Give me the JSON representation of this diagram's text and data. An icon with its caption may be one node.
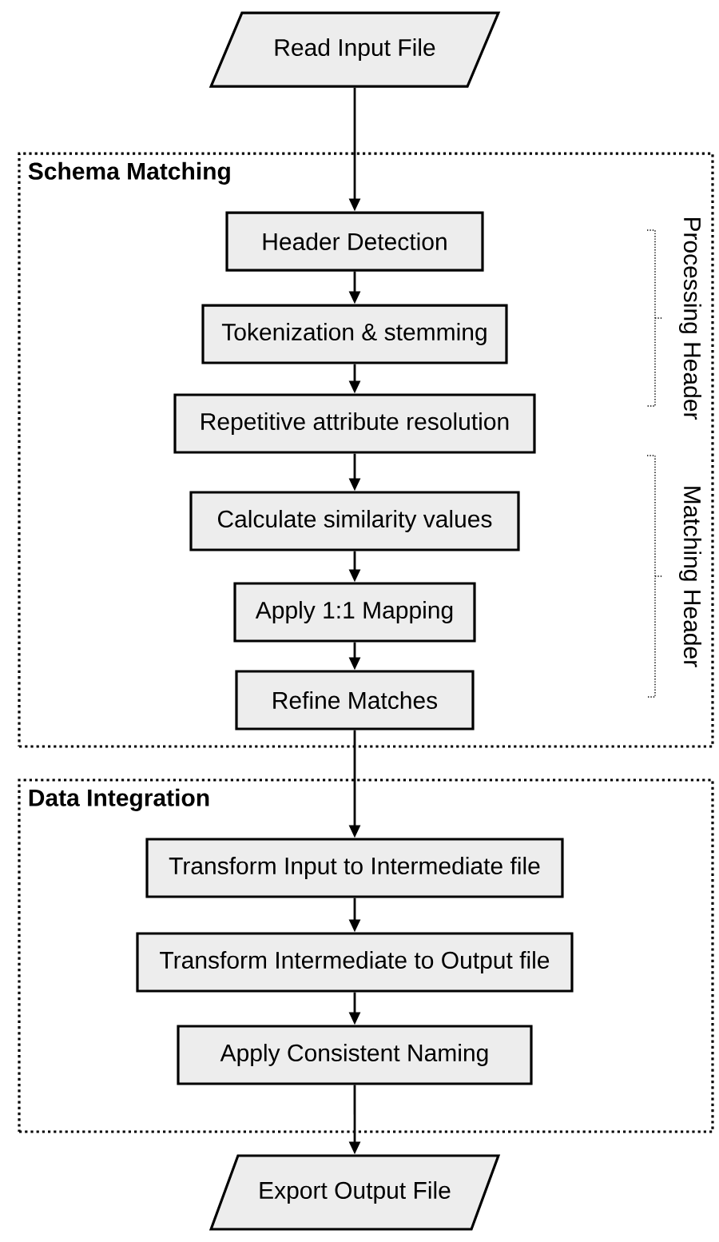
{
  "diagram": {
    "nodes": [
      {
        "text": [
          "Read Input File"
        ]
      },
      {
        "text": [
          "Schema Matching"
        ]
      },
      {
        "text": [
          "Header Detection"
        ],
        "in": 1
      },
      {
        "text": [
          "Tokenization & stemming"
        ],
        "in": 1
      },
      {
        "text": [
          "Repetitive attribute resolution"
        ],
        "in": 1
      },
      {
        "text": [
          "Calculate similarity values"
        ],
        "in": 1
      },
      {
        "text": [
          "Apply 1:1 Mapping"
        ],
        "in": 1
      },
      {
        "text": [
          "Refine Matches"
        ],
        "in": 1
      },
      {
        "text": [
          "Data Integration"
        ]
      },
      {
        "text": [
          "Transform Input to Intermediate file"
        ],
        "in": 8
      },
      {
        "text": [
          "Transform Intermediate to Output file"
        ],
        "in": 8
      },
      {
        "text": [
          "Apply Consistent Naming"
        ],
        "in": 8
      },
      {
        "text": [
          "Export Output File"
        ]
      }
    ],
    "edges": [
      {
        "from": 0,
        "to": 2,
        "arrow": "to"
      },
      {
        "from": 2,
        "to": 3,
        "arrow": "to"
      },
      {
        "from": 3,
        "to": 4,
        "arrow": "to"
      },
      {
        "from": 4,
        "to": 5,
        "arrow": "to"
      },
      {
        "from": 5,
        "to": 6,
        "arrow": "to"
      },
      {
        "from": 6,
        "to": 7,
        "arrow": "to"
      },
      {
        "from": 7,
        "to": 9,
        "arrow": "to"
      },
      {
        "from": 9,
        "to": 10,
        "arrow": "to"
      },
      {
        "from": 10,
        "to": 11,
        "arrow": "to"
      },
      {
        "from": 11,
        "to": 12,
        "arrow": "to"
      }
    ],
    "labels": [
      "Processing Header",
      "Matching Header"
    ]
  }
}
